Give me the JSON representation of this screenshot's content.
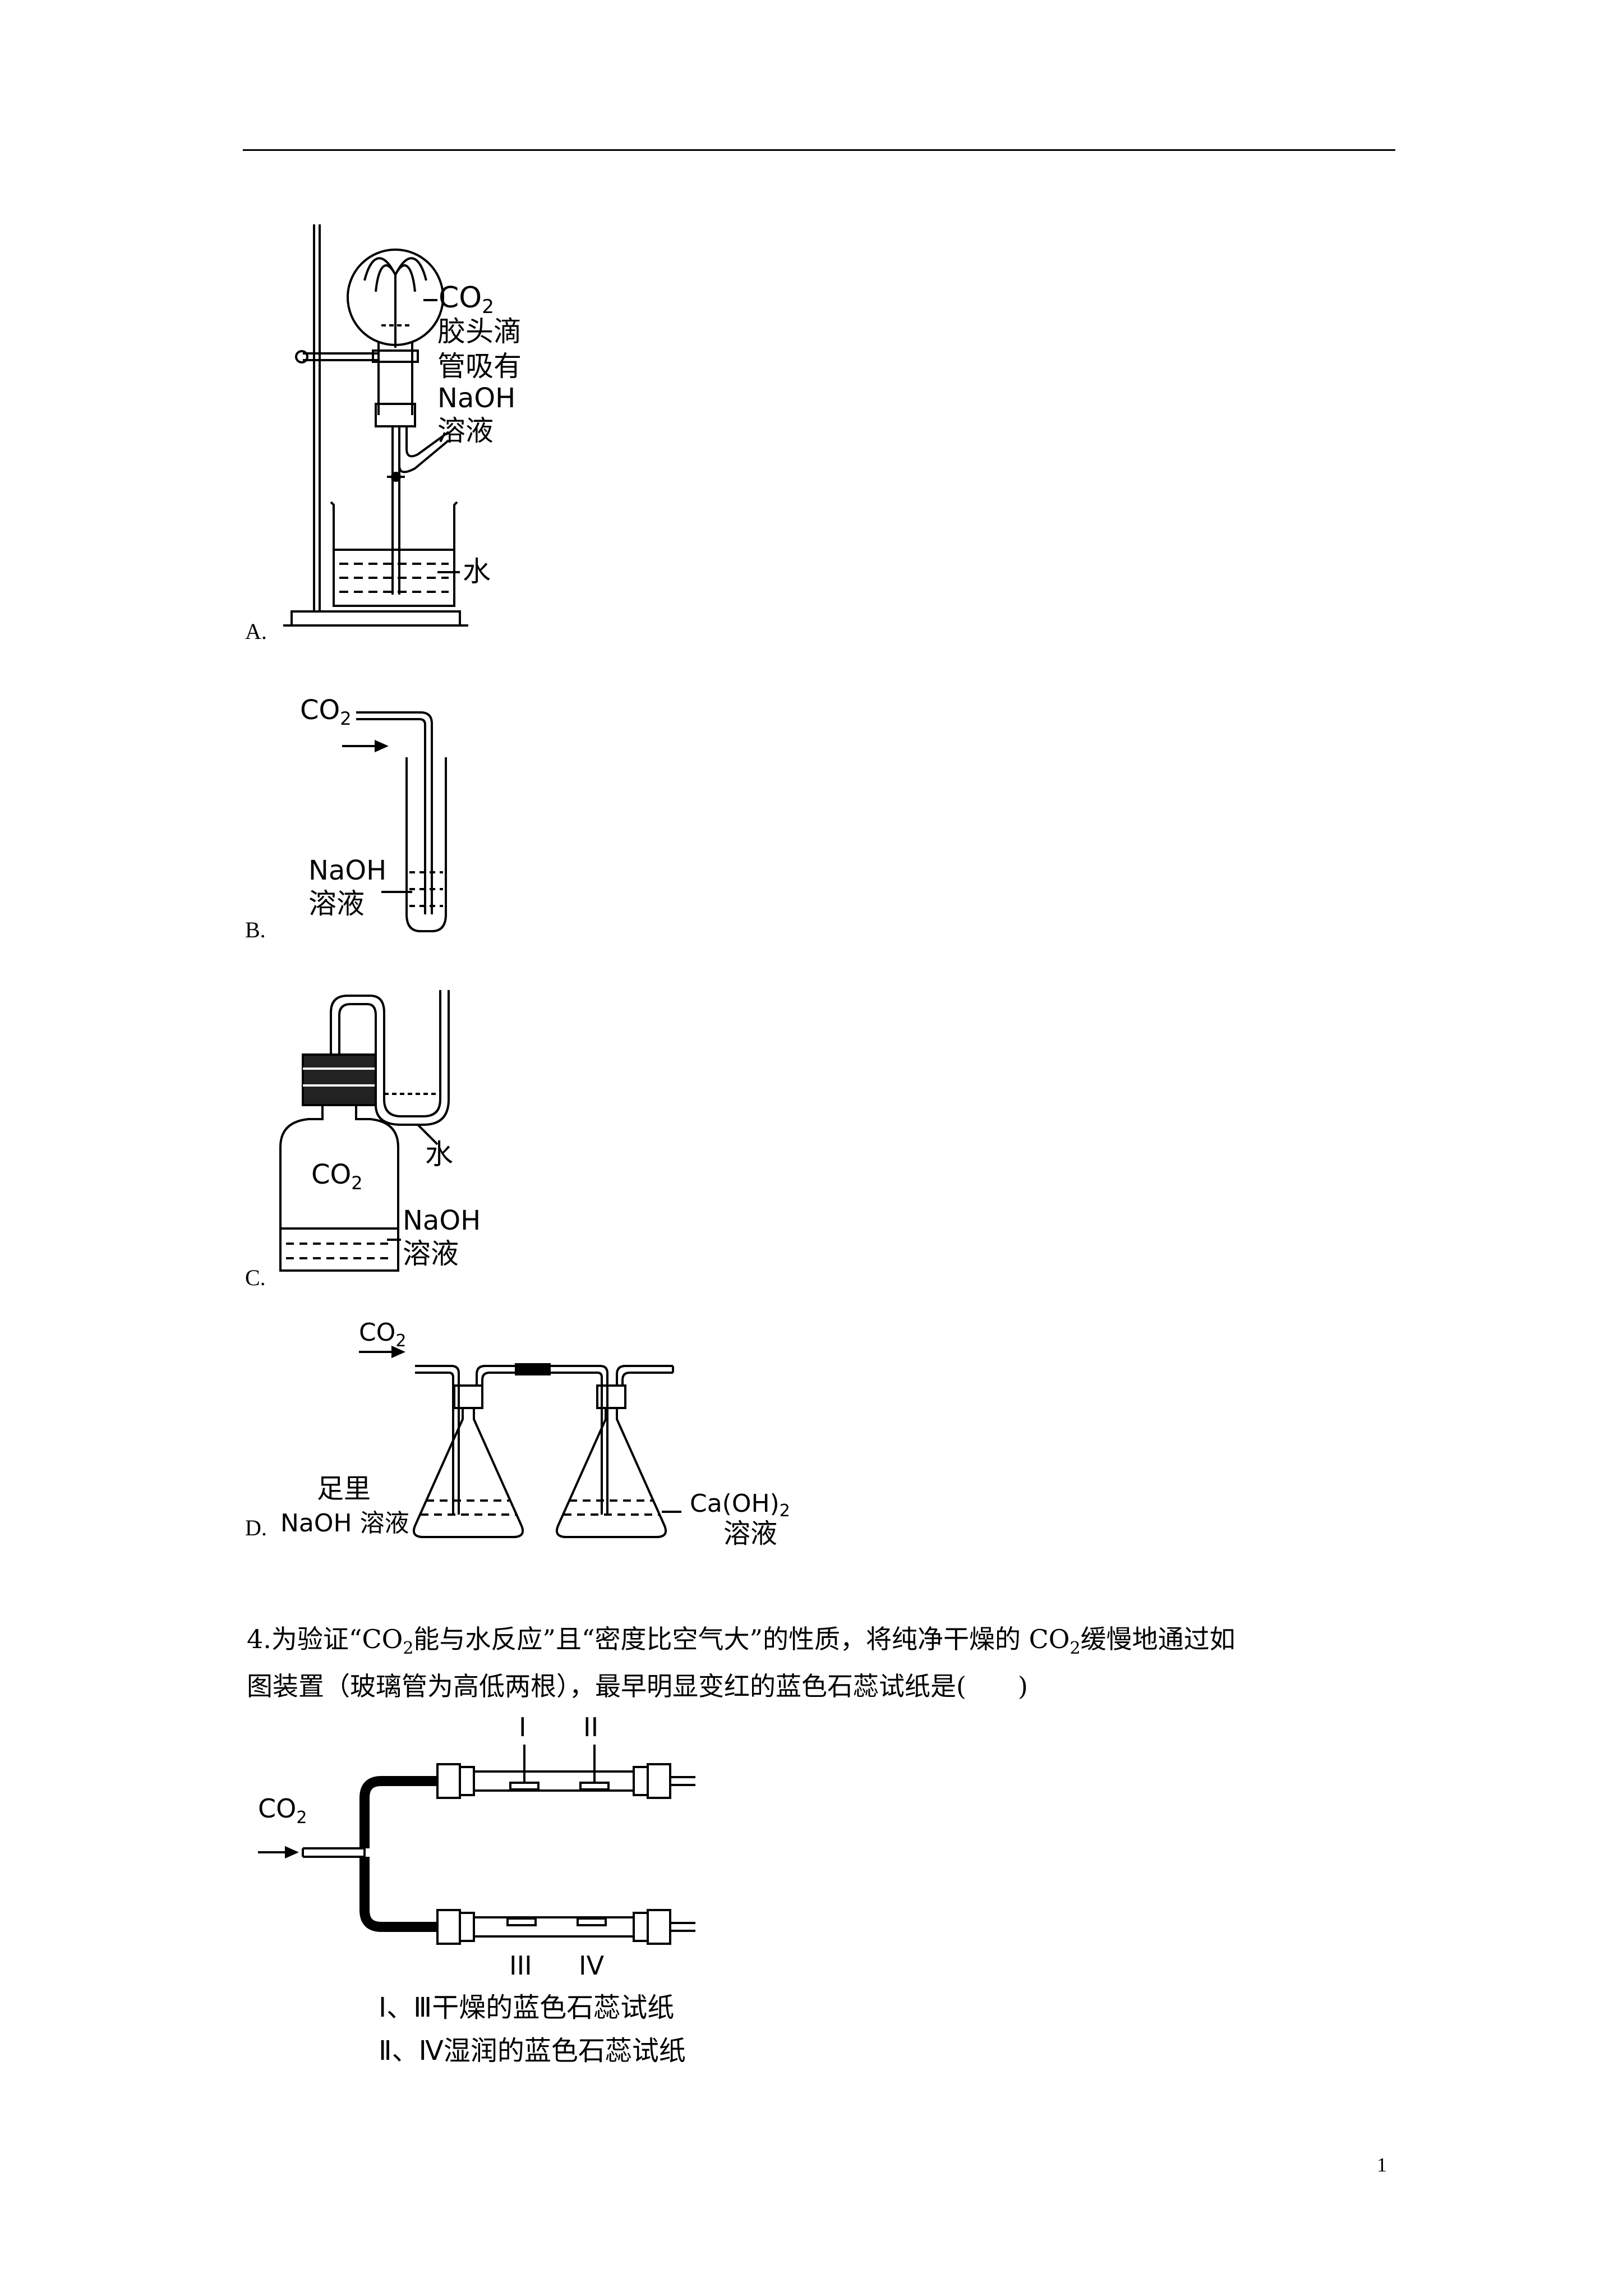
{
  "options": [
    {
      "label": "A.",
      "texts": {
        "co2": "CO",
        "co2_sub": "2",
        "dropper_1": "胶头滴",
        "dropper_2": "管吸有",
        "naoh": "NaOH",
        "solution": "溶液",
        "water": "水"
      }
    },
    {
      "label": "B.",
      "texts": {
        "co2": "CO",
        "co2_sub": "2",
        "naoh": "NaOH",
        "solution": "溶液"
      }
    },
    {
      "label": "C.",
      "texts": {
        "co2": "CO",
        "co2_sub": "2",
        "water": "水",
        "naoh": "NaOH",
        "solution": "溶液"
      }
    },
    {
      "label": "D.",
      "texts": {
        "co2": "CO",
        "co2_sub": "2",
        "excess": "足里",
        "naoh_solution": "NaOH 溶液",
        "caoh2": "Ca(OH)",
        "caoh2_sub": "2",
        "solution": "溶液"
      }
    }
  ],
  "question4": {
    "number": "4.",
    "part1": "为验证“CO",
    "sub1": "2",
    "part2": "能与水反应”且“密度比空气大”的性质，将纯净干燥的 CO",
    "sub2": "2",
    "part3": "缓慢地通过如",
    "line2": "图装置（玻璃管为高低两根），最早明显变红的蓝色石蕊试纸是(　　)",
    "figure": {
      "co2": "CO",
      "co2_sub": "2",
      "label_I": "I",
      "label_II": "II",
      "label_III": "III",
      "label_IV": "IV",
      "legend_1": "Ⅰ、Ⅲ干燥的蓝色石蕊试纸",
      "legend_2": "Ⅱ、Ⅳ湿润的蓝色石蕊试纸"
    }
  },
  "page_number": "1"
}
